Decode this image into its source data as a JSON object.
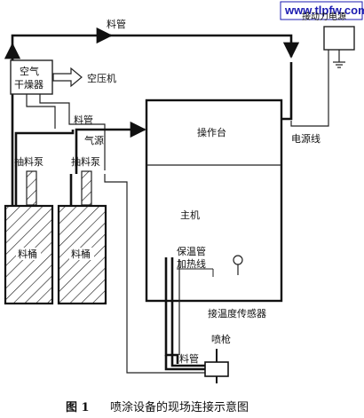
{
  "watermark": "www.tlpfw.com",
  "labels": {
    "top_pipe": "料管",
    "mid_pipe": "料管",
    "bottom_pipe": "料管",
    "air_dryer_line1": "空气",
    "air_dryer_line2": "干燥器",
    "compressor": "空压机",
    "air_source": "气源",
    "pump_left": "抽料泵",
    "pump_right": "抽料泵",
    "console": "操作台",
    "power_line": "电源线",
    "host": "主机",
    "insulation_pipe": "保温管",
    "heating_wire": "加热线",
    "tank_left": "料桶",
    "tank_right": "料桶",
    "temp_sensor": "接温度传感器",
    "spray_gun": "喷枪",
    "power_supply": "接动力电源"
  },
  "caption": {
    "number": "图 1",
    "title": "喷涂设备的现场连接示意图"
  },
  "colors": {
    "line": "#222222",
    "watermark": "#1b1bb0"
  }
}
